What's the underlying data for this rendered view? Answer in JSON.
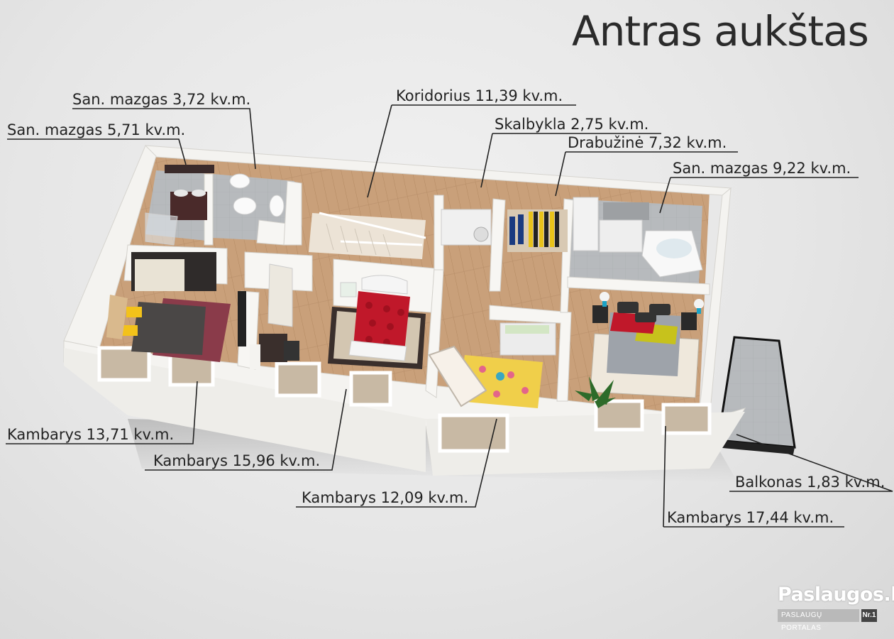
{
  "title": "Antras aukštas",
  "labels": {
    "san_mazgas_372": "San. mazgas 3,72 kv.m.",
    "san_mazgas_571": "San. mazgas 5,71 kv.m.",
    "koridorius": "Koridorius 11,39 kv.m.",
    "skalbykla": "Skalbykla 2,75 kv.m.",
    "drabuzine": "Drabužinė 7,32 kv.m.",
    "san_mazgas_922": "San. mazgas 9,22 kv.m.",
    "kambarys_1371": "Kambarys 13,71 kv.m.",
    "kambarys_1596": "Kambarys 15,96 kv.m.",
    "kambarys_1209": "Kambarys 12,09 kv.m.",
    "balkonas": "Balkonas 1,83 kv.m.",
    "kambarys_1744": "Kambarys 17,44 kv.m."
  },
  "watermark": {
    "brand": "Paslaugos.lt",
    "tagline": "PASLAUGŲ PORTALAS",
    "badge": "Nr.1"
  },
  "colors": {
    "wall": "#f4f3f0",
    "floor_wood": "#c9a27a",
    "floor_tile": "#b9bcc0",
    "bedding_red": "#c0182a",
    "leader_line": "#222222"
  }
}
